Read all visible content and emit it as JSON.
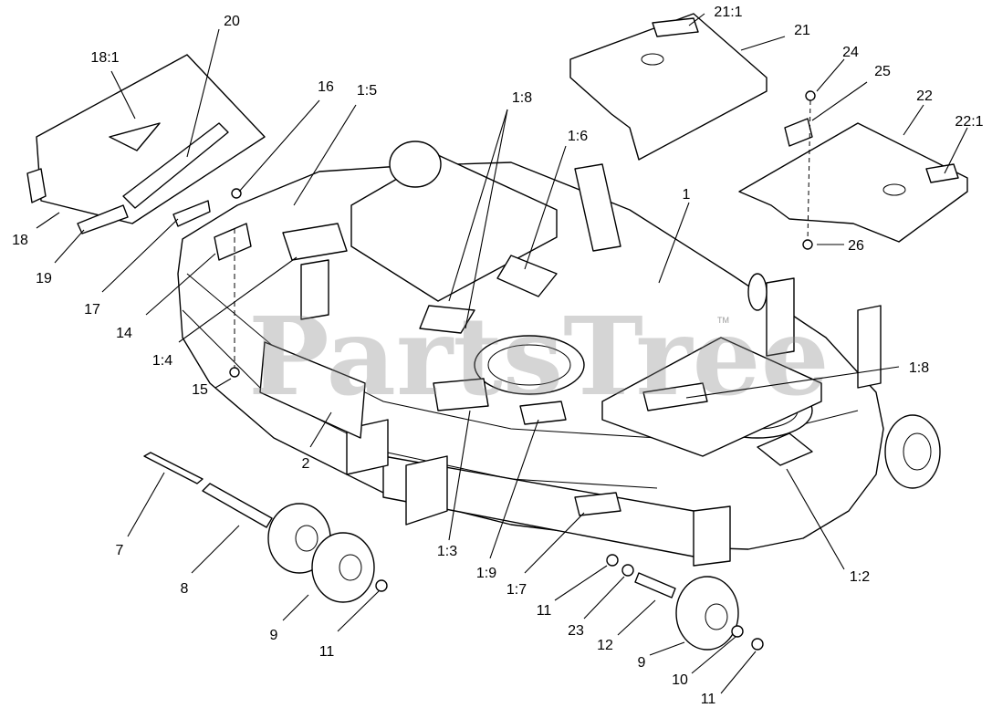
{
  "watermark": "PartsTree",
  "trademark": "TM",
  "callouts": [
    "20",
    "18:1",
    "16",
    "1:5",
    "1:8",
    "1:6",
    "21:1",
    "21",
    "24",
    "25",
    "22",
    "22:1",
    "1",
    "18",
    "19",
    "17",
    "14",
    "1:4",
    "15",
    "26",
    "1:8",
    "2",
    "7",
    "8",
    "9",
    "11",
    "1:3",
    "1:9",
    "1:7",
    "11",
    "23",
    "12",
    "9",
    "10",
    "11",
    "1:2"
  ]
}
